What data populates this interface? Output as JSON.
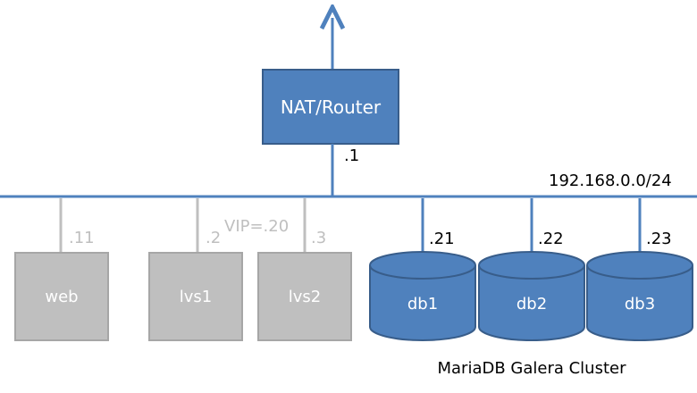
{
  "colors": {
    "line": "#4f81bd",
    "box_fill": "#4f81bd",
    "box_stroke": "#385d8a",
    "inactive_fill": "#bfbfbf",
    "inactive_stroke": "#a6a6a6",
    "inactive_text": "#bfbfbf",
    "text_dark": "#000000",
    "text_light": "#ffffff"
  },
  "router": {
    "label": "NAT/Router",
    "ip": ".1"
  },
  "network": {
    "subnet": "192.168.0.0/24"
  },
  "servers": {
    "web": {
      "label": "web",
      "ip": ".11"
    },
    "lvs1": {
      "label": "lvs1",
      "ip": ".2"
    },
    "lvs2": {
      "label": "lvs2",
      "ip": ".3"
    },
    "vip": "VIP=.20"
  },
  "databases": {
    "db1": {
      "label": "db1",
      "ip": ".21"
    },
    "db2": {
      "label": "db2",
      "ip": ".22"
    },
    "db3": {
      "label": "db3",
      "ip": ".23"
    }
  },
  "cluster": {
    "label": "MariaDB Galera Cluster"
  }
}
